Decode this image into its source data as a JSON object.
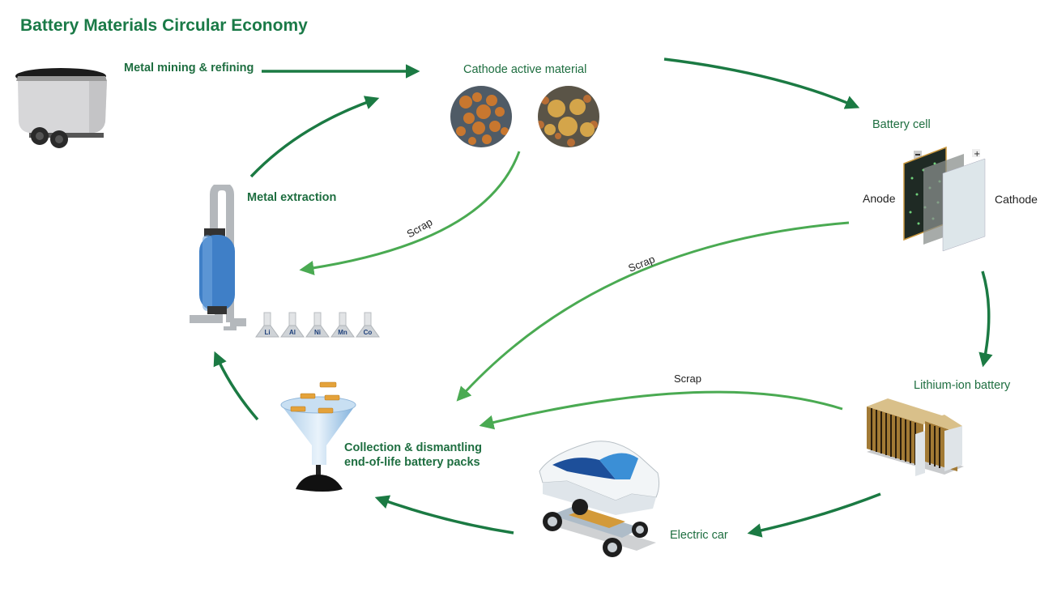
{
  "title": "Battery Materials Circular Economy",
  "colors": {
    "title": "#1a7a47",
    "label": "#1e6e40",
    "main_arrow": "#1b7a43",
    "scrap_arrow": "#4aaa52"
  },
  "nodes": {
    "mining": {
      "label": "Metal mining & refining",
      "icon": "mine-cart-icon"
    },
    "cathode_material": {
      "label": "Cathode active material",
      "icon": "cathode-particles-icon"
    },
    "battery_cell": {
      "label": "Battery cell",
      "icon": "battery-cell-layers-icon",
      "anode_label": "Anode",
      "cathode_label": "Cathode"
    },
    "li_ion_battery": {
      "label": "Lithium-ion battery",
      "icon": "battery-module-icon"
    },
    "electric_car": {
      "label": "Electric car",
      "icon": "electric-car-icon"
    },
    "collection": {
      "label_line1": "Collection & dismantling",
      "label_line2": "end-of-life battery packs",
      "icon": "funnel-icon"
    },
    "extraction": {
      "label": "Metal extraction",
      "icon": "extraction-reactor-icon",
      "metals": [
        "Li",
        "Al",
        "Ni",
        "Mn",
        "Co"
      ]
    }
  },
  "scrap_labels": [
    "Scrap",
    "Scrap",
    "Scrap"
  ],
  "flows": [
    {
      "from": "Metal mining & refining",
      "to": "Cathode active material",
      "type": "main"
    },
    {
      "from": "Cathode active material",
      "to": "Battery cell",
      "type": "main"
    },
    {
      "from": "Battery cell",
      "to": "Lithium-ion battery",
      "type": "main"
    },
    {
      "from": "Lithium-ion battery",
      "to": "Electric car",
      "type": "main"
    },
    {
      "from": "Electric car",
      "to": "Collection & dismantling",
      "type": "main"
    },
    {
      "from": "Collection & dismantling",
      "to": "Metal extraction",
      "type": "main"
    },
    {
      "from": "Metal extraction",
      "to": "Cathode active material",
      "type": "main"
    },
    {
      "from": "Cathode active material",
      "to": "Metal extraction",
      "type": "scrap",
      "label": "Scrap"
    },
    {
      "from": "Battery cell",
      "to": "Collection & dismantling",
      "type": "scrap",
      "label": "Scrap"
    },
    {
      "from": "Lithium-ion battery",
      "to": "Collection & dismantling",
      "type": "scrap",
      "label": "Scrap"
    }
  ]
}
